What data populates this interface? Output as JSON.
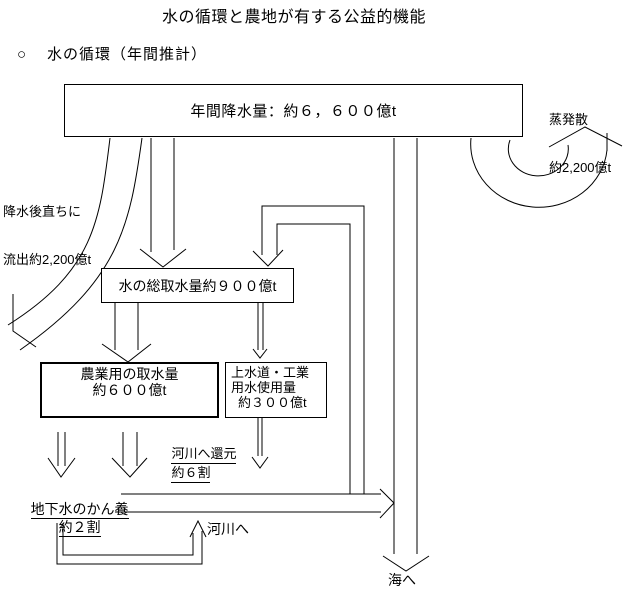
{
  "page": {
    "title": "水の循環と農地が有する公益的機能",
    "section_bullet": "○",
    "section_label": "水の循環（年間推計）"
  },
  "boxes": {
    "precipitation": "年間降水量：約６，６００億t",
    "intake": "水の総取水量約９００億t",
    "agriculture_line1": "農業用の取水量",
    "agriculture_line2": "約６００億t",
    "waterworks_line1": "上水道・工業",
    "waterworks_line2": "用水使用量",
    "waterworks_line3": "約３００億t"
  },
  "labels": {
    "evaporation_line1": "蒸発散",
    "evaporation_line2": "約2,200億t",
    "runoff_line1": "降水後直ちに",
    "runoff_line2": "流出約2,200億t",
    "river_return_line1": "河川へ還元",
    "river_return_line2": "約６割",
    "groundwater_line1": "地下水のかん養",
    "groundwater_line2": "約２割",
    "to_river": "河川へ",
    "to_sea": "海へ"
  },
  "colors": {
    "ink": "#000000",
    "background": "#ffffff"
  }
}
